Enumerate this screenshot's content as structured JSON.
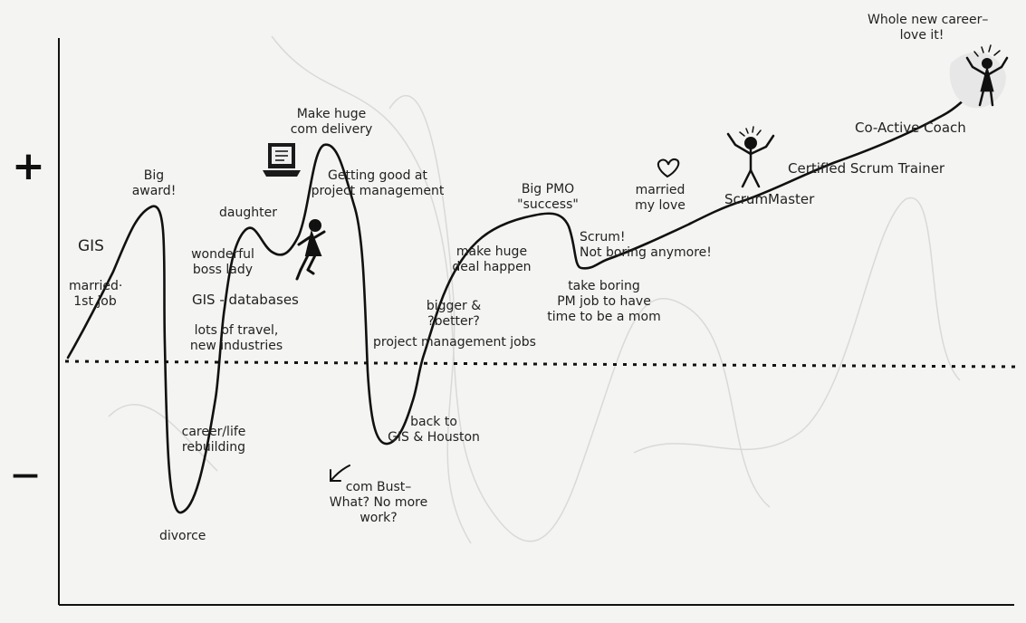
{
  "axis": {
    "plus": "+",
    "minus": "—"
  },
  "labels": {
    "career_top": "Whole new career–",
    "career_bottom": "love it!",
    "coach": "Co-Active Coach",
    "trainer": "Certified Scrum Trainer",
    "scrummaster": "ScrumMaster",
    "married_love_1": "married",
    "married_love_2": "my love",
    "pmo_1": "Big PMO",
    "pmo_2": "\"success\"",
    "scrum_1": "Scrum!",
    "scrum_2": "Not boring anymore!",
    "boring_1": "take boring",
    "boring_2": "PM job to have",
    "boring_3": "time to be a mom",
    "huge_deal_1": "make huge",
    "huge_deal_2": "deal happen",
    "bigger_1": "bigger &",
    "bigger_2": "?better?",
    "pm_jobs": "project management jobs",
    "houston_1": "back to",
    "houston_2": "GIS & Houston",
    "bust_1": "com Bust–",
    "bust_2": "What? No more",
    "bust_3": "work?",
    "delivery_1": "Make huge",
    "delivery_2": "com delivery",
    "good_pm_1": "Getting good at",
    "good_pm_2": "project management",
    "daughter": "daughter",
    "boss_1": "wonderful",
    "boss_2": "boss lady",
    "gis_db": "GIS - databases",
    "travel_1": "lots of travel,",
    "travel_2": "new industries",
    "rebuild_1": "career/life",
    "rebuild_2": "rebuilding",
    "divorce": "divorce",
    "award_1": "Big",
    "award_2": "award!",
    "gis": "GIS",
    "married_1": "married·",
    "married_2": "1st job"
  },
  "icons": [
    "laptop-icon",
    "heart-icon",
    "stick-figure-icon"
  ]
}
